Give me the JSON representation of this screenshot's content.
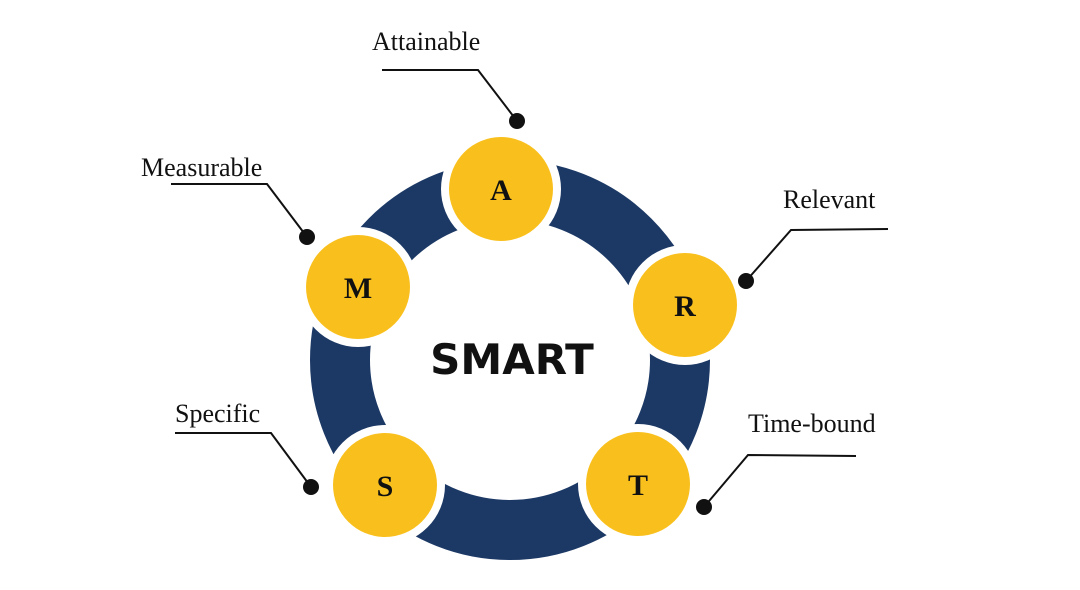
{
  "title": "SMART",
  "colors": {
    "ring": "#1c3966",
    "node": "#f9c01d",
    "text": "#111111"
  },
  "items": [
    {
      "letter": "A",
      "label": "Attainable"
    },
    {
      "letter": "M",
      "label": "Measurable"
    },
    {
      "letter": "R",
      "label": "Relevant"
    },
    {
      "letter": "T",
      "label": "Time-bound"
    },
    {
      "letter": "S",
      "label": "Specific"
    }
  ]
}
